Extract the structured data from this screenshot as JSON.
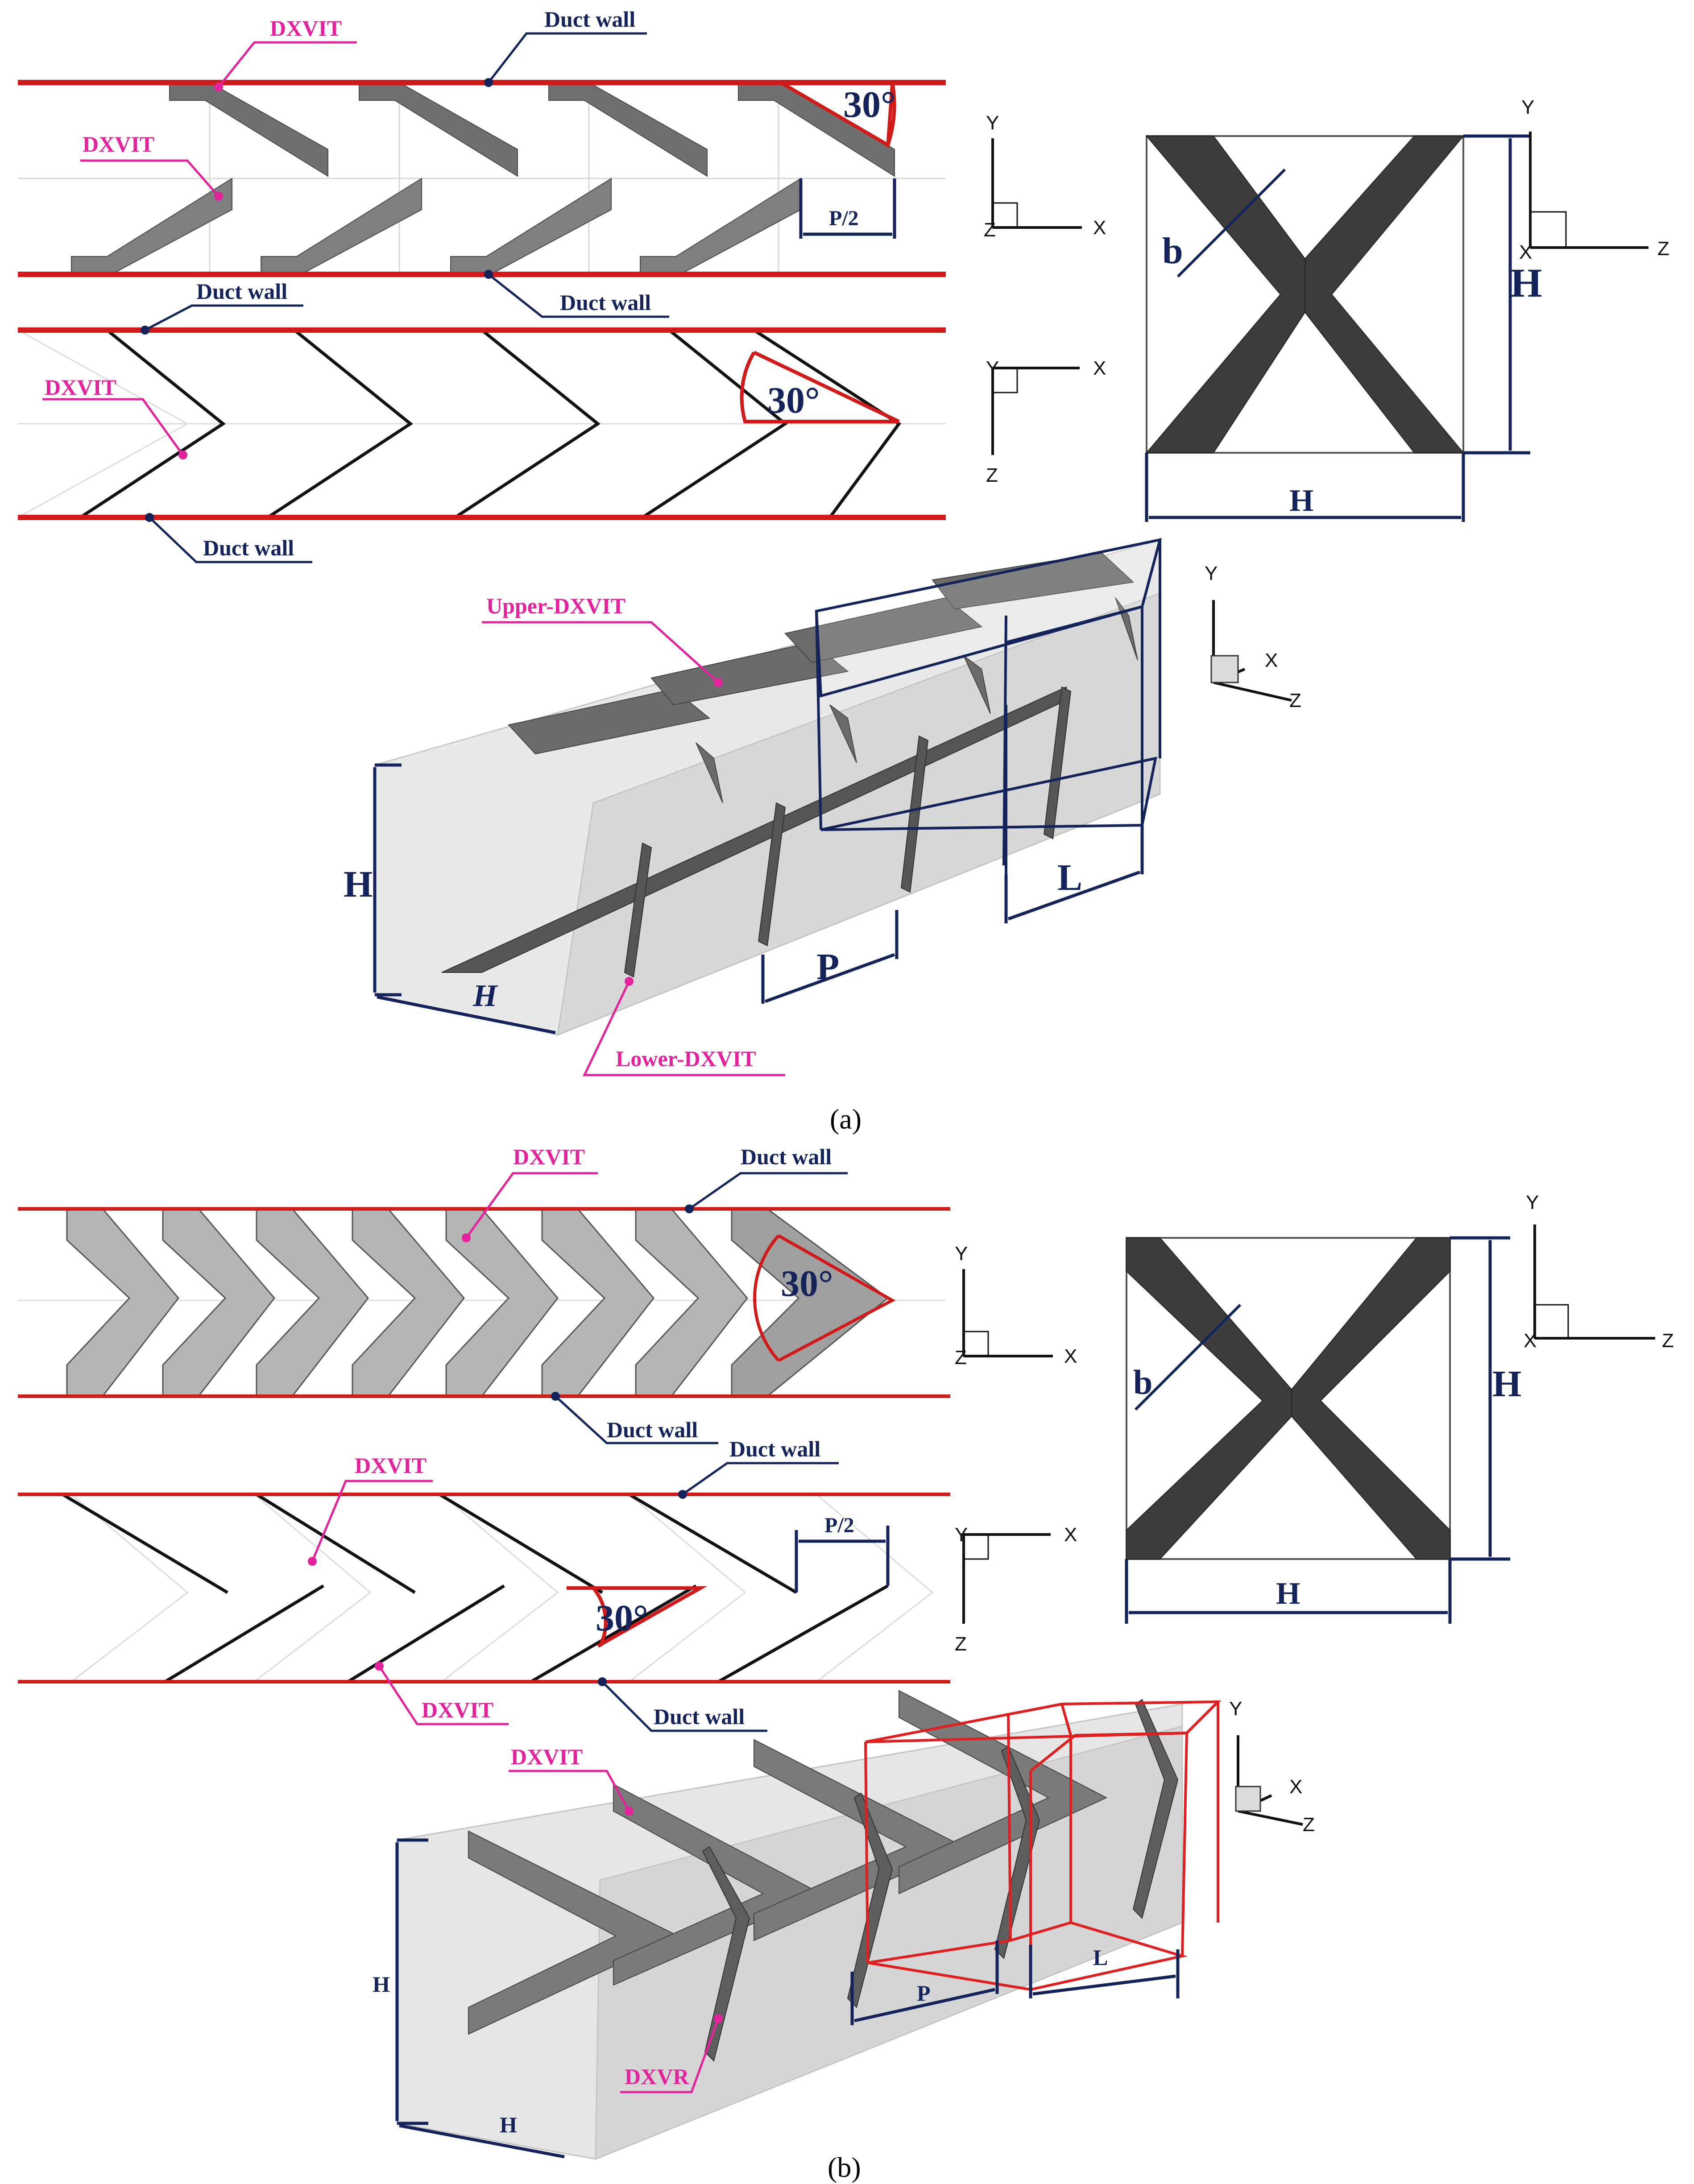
{
  "figure_a": {
    "caption": "(a)",
    "caption_letter": "a",
    "top_view": {
      "dxvit_label_1": "DXVIT",
      "dxvit_label_2": "DXVIT",
      "duct_wall_1": "Duct wall",
      "duct_wall_2": "Duct wall",
      "angle": "30°",
      "pitch_half": "P/2"
    },
    "side_view": {
      "dxvit_label": "DXVIT",
      "duct_wall_1": "Duct wall",
      "duct_wall_2": "Duct wall",
      "angle": "30°"
    },
    "front_view": {
      "b_label": "b",
      "h_vertical": "H",
      "h_horizontal": "H"
    },
    "iso_view": {
      "upper_label": "Upper-DXVIT",
      "lower_label": "Lower-DXVIT",
      "h_vertical": "H",
      "h_bottom": "H",
      "p_label": "P",
      "l_label": "L"
    }
  },
  "figure_b": {
    "caption": "(b)",
    "caption_letter": "b",
    "top_view": {
      "dxvit_label": "DXVIT",
      "duct_wall_1": "Duct wall",
      "duct_wall_2": "Duct wall",
      "angle": "30°"
    },
    "side_view": {
      "dxvit_label_1": "DXVIT",
      "dxvit_label_2": "DXVIT",
      "duct_wall_1": "Duct wall",
      "duct_wall_2": "Duct wall",
      "angle": "30°",
      "pitch_half": "P/2"
    },
    "front_view": {
      "b_label": "b",
      "h_vertical": "H",
      "h_horizontal": "H"
    },
    "iso_view": {
      "dxvit_label": "DXVIT",
      "dxvr_label": "DXVR",
      "h_vertical": "H",
      "h_bottom": "H",
      "p_label": "P",
      "l_label": "L"
    }
  },
  "axes": {
    "x": "X",
    "y": "Y",
    "z": "Z"
  },
  "colors": {
    "duct_wall": "#d11a1a",
    "navy": "#14245a",
    "magenta": "#e3239b",
    "baffle_dark": "#3a3a3a",
    "baffle_gray": "#8a8a8a"
  }
}
